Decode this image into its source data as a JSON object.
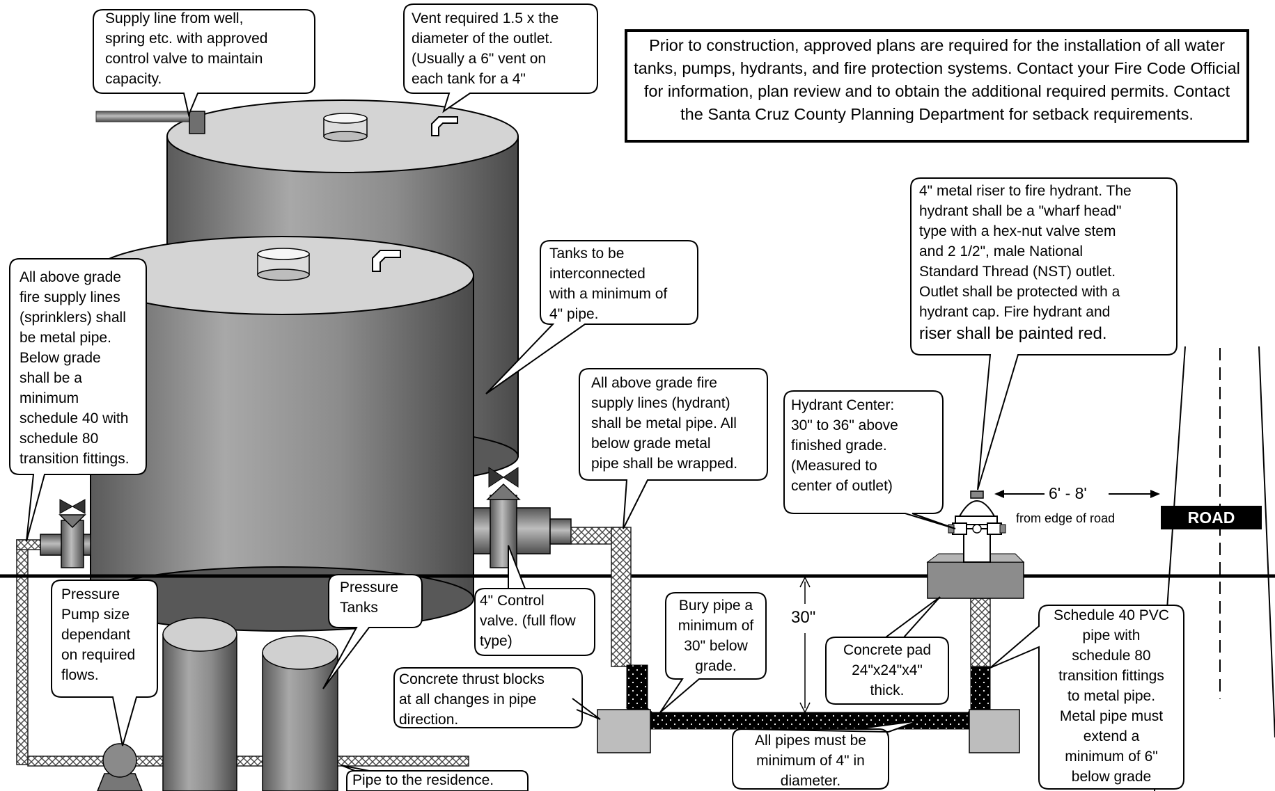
{
  "notice": "Prior to construction, approved plans are required for the installation of all water tanks, pumps, hydrants, and fire protection systems.  Contact your Fire Code Official for information, plan review and to obtain the additional required permits.  Contact the Santa Cruz County Planning Department for setback requirements.",
  "callouts": {
    "supply_line": "Supply line from well,\nspring etc. with approved\ncontrol valve to maintain\ncapacity.",
    "vent": "Vent required 1.5 x the\ndiameter of the outlet.\n(Usually a 6\" vent on\neach tank for a 4\"",
    "interconnect": "Tanks to be\ninterconnected\nwith a minimum of\n4\" pipe.",
    "sprinkler_lines": "All above grade\nfire supply lines\n(sprinklers) shall\nbe metal pipe.\nBelow grade\nshall be a\nminimum\nschedule 40 with\nschedule 80\ntransition fittings.",
    "hydrant_riser": "4\" metal riser to fire hydrant.  The\nhydrant shall be a \"wharf head\"\ntype with a hex-nut valve stem\nand 2 1/2\", male National\nStandard Thread (NST) outlet.\nOutlet shall be protected with a\nhydrant cap.  Fire hydrant and",
    "hydrant_riser_last": "riser shall be painted red.",
    "hydrant_lines": "All above grade fire\nsupply lines (hydrant)\nshall be metal pipe.  All\nbelow grade metal\npipe shall be wrapped.",
    "hydrant_center": "Hydrant Center:\n30\" to 36\" above\nfinished grade.\n(Measured to\ncenter of outlet)",
    "pressure_pump": "Pressure\nPump size\ndependant\non required\nflows.",
    "pressure_tanks": "Pressure\nTanks",
    "control_valve": "4\" Control\nvalve. (full flow\ntype)",
    "bury_pipe": "Bury pipe a\nminimum of\n30\" below\ngrade.",
    "concrete_pad": "Concrete pad\n24\"x24\"x4\"\nthick.",
    "thrust_blocks": "Concrete thrust blocks\nat all changes in pipe\ndirection.",
    "pipe_diameter": "All pipes must be\nminimum of 4\" in\ndiameter.",
    "pvc_pipe": "Schedule 40 PVC\npipe with\nschedule 80\ntransition fittings\nto metal pipe.\nMetal pipe must\nextend a\nminimum of 6\"\nbelow grade",
    "residence": "Pipe to the residence."
  },
  "dimensions": {
    "setback": "6' - 8'",
    "setback_note": "from edge of road",
    "depth": "30\""
  },
  "road_label": "ROAD"
}
